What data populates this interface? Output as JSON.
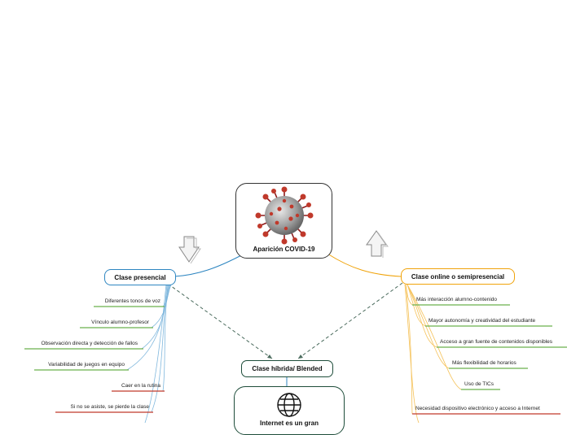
{
  "central": {
    "label": "Aparición COVID-19",
    "image": "coronavirus-illustration"
  },
  "icons": {
    "left": "arrow-down-outline-icon",
    "right": "arrow-up-outline-icon",
    "bottom": "globe-icon"
  },
  "presencial": {
    "title": "Clase presencial",
    "color": "#2e86c1",
    "positives_color": "#6ab04c",
    "negatives_color": "#c0392b",
    "leaves": [
      "Diferentes tonos de voz",
      "Vínculo alumno-profesor",
      "Observación directa y detección de fallos",
      "Variabilidad de juegos en equipo",
      "Caer en la rutina",
      "Si no se asiste, se pierde la clase"
    ]
  },
  "online": {
    "title": "Clase online o semipresencial",
    "color": "#f0a30a",
    "positives_color": "#6ab04c",
    "negatives_color": "#c0392b",
    "leaves": [
      "Más interacción alumno-contenido",
      "Mayor autonomía y creatividad del estudiante",
      "Acceso a gran fuente de contenidos disponibles",
      "Más flexibilidad de horarios",
      "Uso de TICs",
      "Necesidad dispositivo electrónico y acceso a Internet"
    ]
  },
  "hibrida": {
    "title": "Clase híbrida/ Blended",
    "color": "#1e4d3a"
  },
  "internet": {
    "label": "Internet es un gran"
  }
}
